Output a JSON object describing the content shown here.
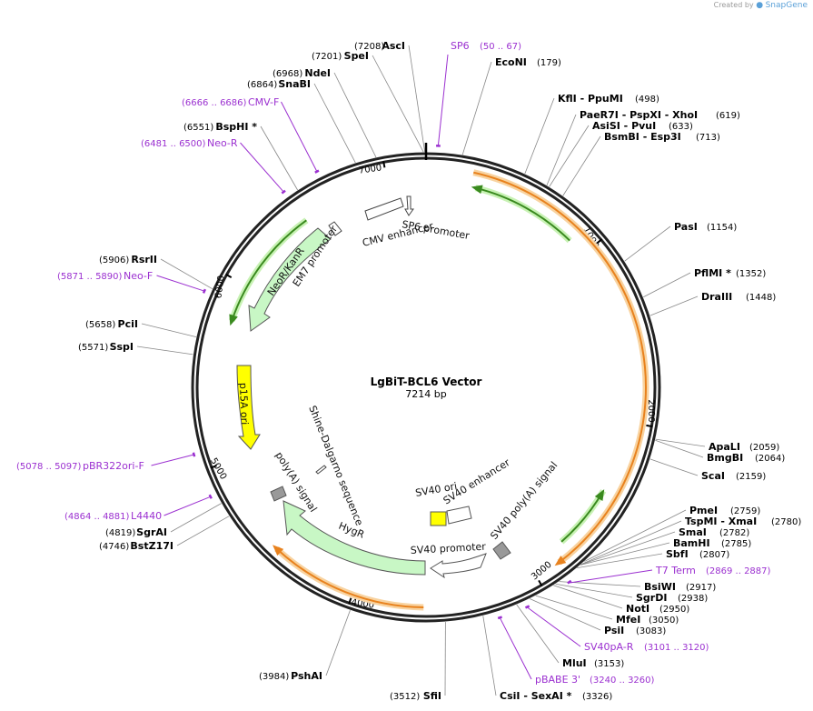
{
  "credit": {
    "prefix": "Created by",
    "brand": "SnapGene"
  },
  "plasmid": {
    "name": "LgBiT-BCL6 Vector",
    "length_label": "7214 bp",
    "length": 7214
  },
  "ticks": [
    {
      "bp": 1000,
      "label": "1000"
    },
    {
      "bp": 2000,
      "label": "2000"
    },
    {
      "bp": 3000,
      "label": "3000"
    },
    {
      "bp": 4000,
      "label": "4000"
    },
    {
      "bp": 5000,
      "label": "5000"
    },
    {
      "bp": 6000,
      "label": "6000"
    },
    {
      "bp": 7000,
      "label": "7000"
    }
  ],
  "enzymes": [
    {
      "name": "AscI",
      "pos": "(7208)",
      "bp": 7208,
      "side": "left"
    },
    {
      "name": "SpeI",
      "pos": "(7201)",
      "bp": 7201,
      "side": "left"
    },
    {
      "name": "NdeI",
      "pos": "(6968)",
      "bp": 6968,
      "side": "left"
    },
    {
      "name": "SnaBI",
      "pos": "(6864)",
      "bp": 6864,
      "side": "left"
    },
    {
      "name": "BspHI *",
      "pos": "(6551)",
      "bp": 6551,
      "side": "left"
    },
    {
      "name": "RsrII",
      "pos": "(5906)",
      "bp": 5906,
      "side": "left"
    },
    {
      "name": "PciI",
      "pos": "(5658)",
      "bp": 5658,
      "side": "left"
    },
    {
      "name": "SspI",
      "pos": "(5571)",
      "bp": 5571,
      "side": "left"
    },
    {
      "name": "SgrAI",
      "pos": "(4819)",
      "bp": 4819,
      "side": "left"
    },
    {
      "name": "BstZ17I",
      "pos": "(4746)",
      "bp": 4746,
      "side": "left"
    },
    {
      "name": "PshAI",
      "pos": "(3984)",
      "bp": 3984,
      "side": "left"
    },
    {
      "name": "SfiI",
      "pos": "(3512)",
      "bp": 3512,
      "side": "left"
    },
    {
      "name": "EcoNI",
      "pos": "(179)",
      "bp": 179,
      "side": "right"
    },
    {
      "name": "KflI - PpuMI",
      "pos": "(498)",
      "bp": 498,
      "side": "right"
    },
    {
      "name": "PaeR7I - PspXI - XhoI",
      "pos": "(619)",
      "bp": 619,
      "side": "right"
    },
    {
      "name": "AsiSI - PvuI",
      "pos": "(633)",
      "bp": 633,
      "side": "right"
    },
    {
      "name": "BsmBI - Esp3I",
      "pos": "(713)",
      "bp": 713,
      "side": "right"
    },
    {
      "name": "PasI",
      "pos": "(1154)",
      "bp": 1154,
      "side": "right"
    },
    {
      "name": "PflMI *",
      "pos": "(1352)",
      "bp": 1352,
      "side": "right"
    },
    {
      "name": "DraIII",
      "pos": "(1448)",
      "bp": 1448,
      "side": "right"
    },
    {
      "name": "ApaLI",
      "pos": "(2059)",
      "bp": 2059,
      "side": "right"
    },
    {
      "name": "BmgBI",
      "pos": "(2064)",
      "bp": 2064,
      "side": "right"
    },
    {
      "name": "ScaI",
      "pos": "(2159)",
      "bp": 2159,
      "side": "right"
    },
    {
      "name": "PmeI",
      "pos": "(2759)",
      "bp": 2759,
      "side": "right"
    },
    {
      "name": "TspMI - XmaI",
      "pos": "(2780)",
      "bp": 2780,
      "side": "right"
    },
    {
      "name": "SmaI",
      "pos": "(2782)",
      "bp": 2782,
      "side": "right"
    },
    {
      "name": "BamHI",
      "pos": "(2785)",
      "bp": 2785,
      "side": "right"
    },
    {
      "name": "SbfI",
      "pos": "(2807)",
      "bp": 2807,
      "side": "right"
    },
    {
      "name": "BsiWI",
      "pos": "(2917)",
      "bp": 2917,
      "side": "right"
    },
    {
      "name": "SgrDI",
      "pos": "(2938)",
      "bp": 2938,
      "side": "right"
    },
    {
      "name": "NotI",
      "pos": "(2950)",
      "bp": 2950,
      "side": "right"
    },
    {
      "name": "MfeI",
      "pos": "(3050)",
      "bp": 3050,
      "side": "right"
    },
    {
      "name": "PsiI",
      "pos": "(3083)",
      "bp": 3083,
      "side": "right"
    },
    {
      "name": "MluI",
      "pos": "(3153)",
      "bp": 3153,
      "side": "right"
    },
    {
      "name": "CsiI - SexAI *",
      "pos": "(3326)",
      "bp": 3326,
      "side": "right"
    }
  ],
  "primers": [
    {
      "name": "SP6",
      "range": "(50 .. 67)",
      "bp": 58
    },
    {
      "name": "CMV-F",
      "range": "(6666 .. 6686)",
      "bp": 6676
    },
    {
      "name": "Neo-R",
      "range": "(6481 .. 6500)",
      "bp": 6490
    },
    {
      "name": "Neo-F",
      "range": "(5871 .. 5890)",
      "bp": 5880
    },
    {
      "name": "pBR322ori-F",
      "range": "(5078 .. 5097)",
      "bp": 5087
    },
    {
      "name": "L4440",
      "range": "(4864 .. 4881)",
      "bp": 4872
    },
    {
      "name": "T7 Term",
      "range": "(2869 .. 2887)",
      "bp": 2878
    },
    {
      "name": "SV40pA-R",
      "range": "(3101 .. 3120)",
      "bp": 3110
    },
    {
      "name": "pBABE 3'",
      "range": "(3240 .. 3260)",
      "bp": 3250
    }
  ],
  "features": [
    {
      "name": "SP6 promoter",
      "type": "promoter",
      "color": "#ffffff"
    },
    {
      "name": "CMV enhancer",
      "type": "enhancer",
      "color": "#ffffff"
    },
    {
      "name": "EM7 promoter",
      "type": "promoter",
      "color": "#ffffff"
    },
    {
      "name": "NeoR/KanR",
      "type": "cds",
      "color": "#c8f7c5"
    },
    {
      "name": "p15A ori",
      "type": "origin",
      "color": "#ffff00"
    },
    {
      "name": "Shine-Dalgarno sequence",
      "type": "rbs",
      "color": "#ffffff"
    },
    {
      "name": "poly(A) signal",
      "type": "terminator",
      "color": "#999999"
    },
    {
      "name": "HygR",
      "type": "cds",
      "color": "#c8f7c5"
    },
    {
      "name": "SV40 promoter",
      "type": "promoter",
      "color": "#ffffff"
    },
    {
      "name": "SV40 ori",
      "type": "origin",
      "color": "#ffff00"
    },
    {
      "name": "SV40 enhancer",
      "type": "enhancer",
      "color": "#ffffff"
    },
    {
      "name": "SV40 poly(A) signal",
      "type": "terminator",
      "color": "#999999"
    }
  ],
  "colors": {
    "backbone": "#222222",
    "primer": "#9b30d0",
    "orange_arc": "#e8821e",
    "orange_glow": "#f8d3a0",
    "green_arc": "#3a8a1f",
    "green_glow": "#c8f2b4",
    "cds_fill": "#c8f7c5",
    "ori_fill": "#ffff00",
    "term_fill": "#999999"
  }
}
